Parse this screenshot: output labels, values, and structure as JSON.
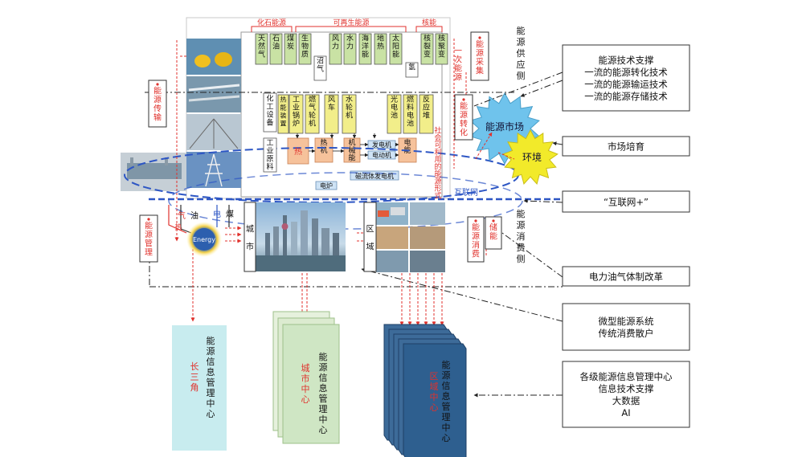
{
  "top_groups": {
    "fossil": "化石能源",
    "renewable": "可再生能源",
    "nuclear": "核能"
  },
  "sources": [
    "天然气",
    "石油",
    "煤炭",
    "生物质",
    "沼气",
    "风力",
    "水力",
    "海洋能",
    "地热",
    "太阳能",
    "氢",
    "核裂变",
    "核聚变"
  ],
  "primary_energy_label": "一次能源",
  "collection_label": "能源采集",
  "converters": [
    "工业锅炉",
    "燃气轮机",
    "风车",
    "水轮机",
    "光电池",
    "燃料电池",
    "反应堆"
  ],
  "chem_label": "化工设备",
  "industrial_materials": "工业原料",
  "heat_labels": [
    "热",
    "热机",
    "机械能",
    "电能"
  ],
  "small_labels": [
    "发电机",
    "电动机",
    "磁流体发电机",
    "电炉"
  ],
  "social_label": "社会可利用的能源形式",
  "conversion_label": "能源转化",
  "supply_side": "能源供应侧",
  "consume_side": "能源消费侧",
  "market": "能源市场",
  "environment": "环境",
  "internet": "互联网",
  "transport_label": "能源传输",
  "management_label": "能源管理",
  "flows": {
    "gas": "气",
    "oil": "油",
    "power": "电",
    "coal": "煤",
    "heat": "热"
  },
  "energy_ball": "Energy",
  "city_label": "城市",
  "region_label": "区域",
  "consumption_label": "能源消费",
  "storage_label": "储能",
  "right_boxes": [
    [
      "能源技术支撑",
      "一流的能源转化技术",
      "一流的能源输运技术",
      "一流的能源存储技术"
    ],
    [
      "市场培育"
    ],
    [
      "“互联网+”"
    ],
    [
      "电力油气体制改革"
    ],
    [
      "微型能源系统",
      "传统消费散户"
    ],
    [
      "各级能源信息管理中心",
      "信息技术支撑",
      "大数据",
      "AI"
    ]
  ],
  "centers": {
    "common": "能源信息管理中心",
    "yangtze": "长三角",
    "city": "城市中心",
    "region": "区域中心"
  },
  "colors": {
    "yellow_box": "#f2ee8a",
    "green_box": "#c9e2a4",
    "orange_box": "#f6c29b",
    "blue_box": "#cfe3f5",
    "red": "#e0322d",
    "dash_blue": "#2d56c4",
    "cyan_panel": "#c8ecef",
    "green_panel": "#cfe6c4",
    "blue_panel": "#2e5f8f"
  }
}
